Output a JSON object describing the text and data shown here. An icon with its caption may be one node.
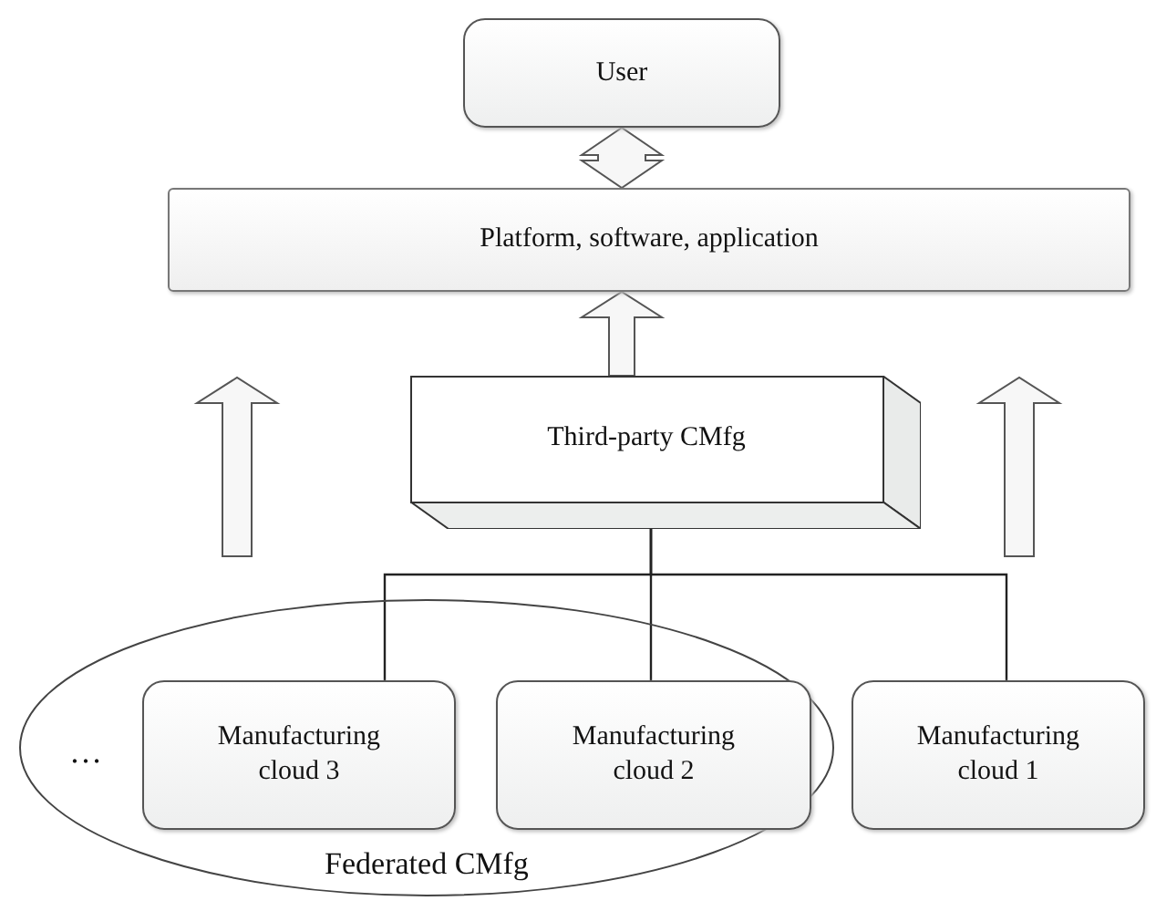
{
  "diagram": {
    "nodes": [
      {
        "text": [
          "User"
        ]
      },
      {
        "text": [
          "Platform, software, application"
        ]
      },
      {
        "text": [
          "Third-party CMfg"
        ]
      },
      {
        "text": [
          "Federated CMfg"
        ]
      },
      {
        "text": [
          "Manufacturing cloud 3"
        ],
        "in": 3
      },
      {
        "text": [
          "Manufacturing cloud 2"
        ],
        "in": 3
      },
      {
        "text": [
          "Manufacturing cloud 1"
        ]
      }
    ],
    "edges": [
      {
        "from": 0,
        "to": 1,
        "arrow": "both"
      },
      {
        "from": 2,
        "to": 1,
        "arrow": "to"
      },
      {
        "from": 3,
        "to": 1,
        "arrow": "to"
      },
      {
        "from": 6,
        "to": 1,
        "arrow": "to"
      },
      {
        "from": 2,
        "to": 4,
        "arrow": "none"
      },
      {
        "from": 2,
        "to": 5,
        "arrow": "none"
      },
      {
        "from": 2,
        "to": 6,
        "arrow": "none"
      }
    ],
    "labels": [
      "…"
    ]
  }
}
